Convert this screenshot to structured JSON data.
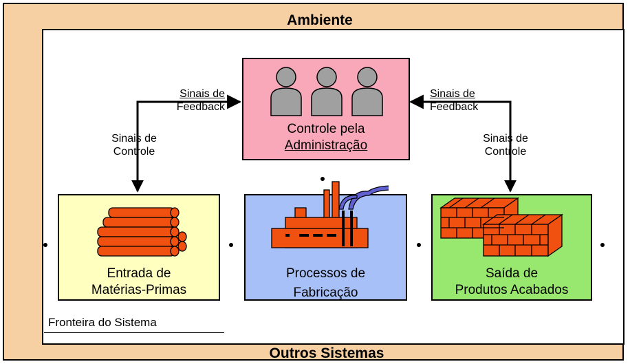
{
  "environment_label": "Ambiente",
  "other_systems_label": "Outros Sistemas",
  "boundary_label": "Fronteira do Sistema",
  "control_box": {
    "line1": "Controle pela",
    "line2": "Administração"
  },
  "input_box": {
    "line1": "Entrada de",
    "line2": "Matérias-Primas"
  },
  "process_box": {
    "line1": "Processos de",
    "line2": "Fabricação"
  },
  "output_box": {
    "line1": "Saída de",
    "line2": "Produtos Acabados"
  },
  "left_feedback": {
    "line1": "Sinais de",
    "line2": "Feedback"
  },
  "left_control": {
    "line1": "Sinais de",
    "line2": "Controle"
  },
  "right_feedback": {
    "line1": "Sinais de",
    "line2": "Feedback"
  },
  "right_control": {
    "line1": "Sinais de",
    "line2": "Controle"
  },
  "colors": {
    "environment": "#f6d0a2",
    "control": "#f8a8b8",
    "input": "#ffffc0",
    "process": "#a8c0f8",
    "output": "#98e870",
    "icon_orange": "#f05010",
    "people_gray": "#a0a0a0",
    "smoke_blue": "#6060d0"
  }
}
